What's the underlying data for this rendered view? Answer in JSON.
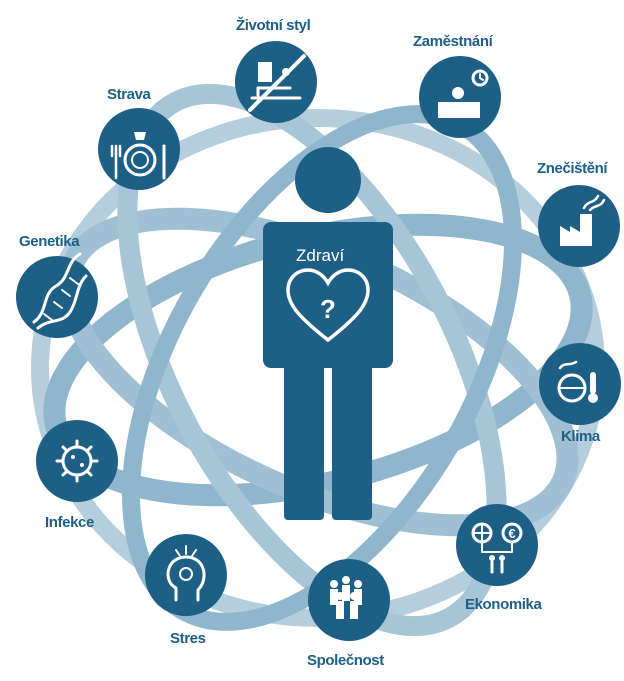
{
  "colors": {
    "primary": "#1e5f86",
    "ring": "#8fb6cc",
    "ring_light": "#b4cedd",
    "white": "#ffffff"
  },
  "center": {
    "label": "Zdraví",
    "icon": "heart-question-icon"
  },
  "factors": [
    {
      "label": "Životní styl",
      "icon": "sedentary-lifestyle-icon"
    },
    {
      "label": "Zaměstnání",
      "icon": "office-worker-icon"
    },
    {
      "label": "Znečištění",
      "icon": "factory-pollution-icon"
    },
    {
      "label": "Klima",
      "icon": "climate-icon"
    },
    {
      "label": "Ekonomika",
      "icon": "economy-icon"
    },
    {
      "label": "Společnost",
      "icon": "society-crowd-icon"
    },
    {
      "label": "Stres",
      "icon": "stress-head-icon"
    },
    {
      "label": "Infekce",
      "icon": "virus-icon"
    },
    {
      "label": "Genetika",
      "icon": "dna-icon"
    },
    {
      "label": "Strava",
      "icon": "food-plate-icon"
    }
  ]
}
